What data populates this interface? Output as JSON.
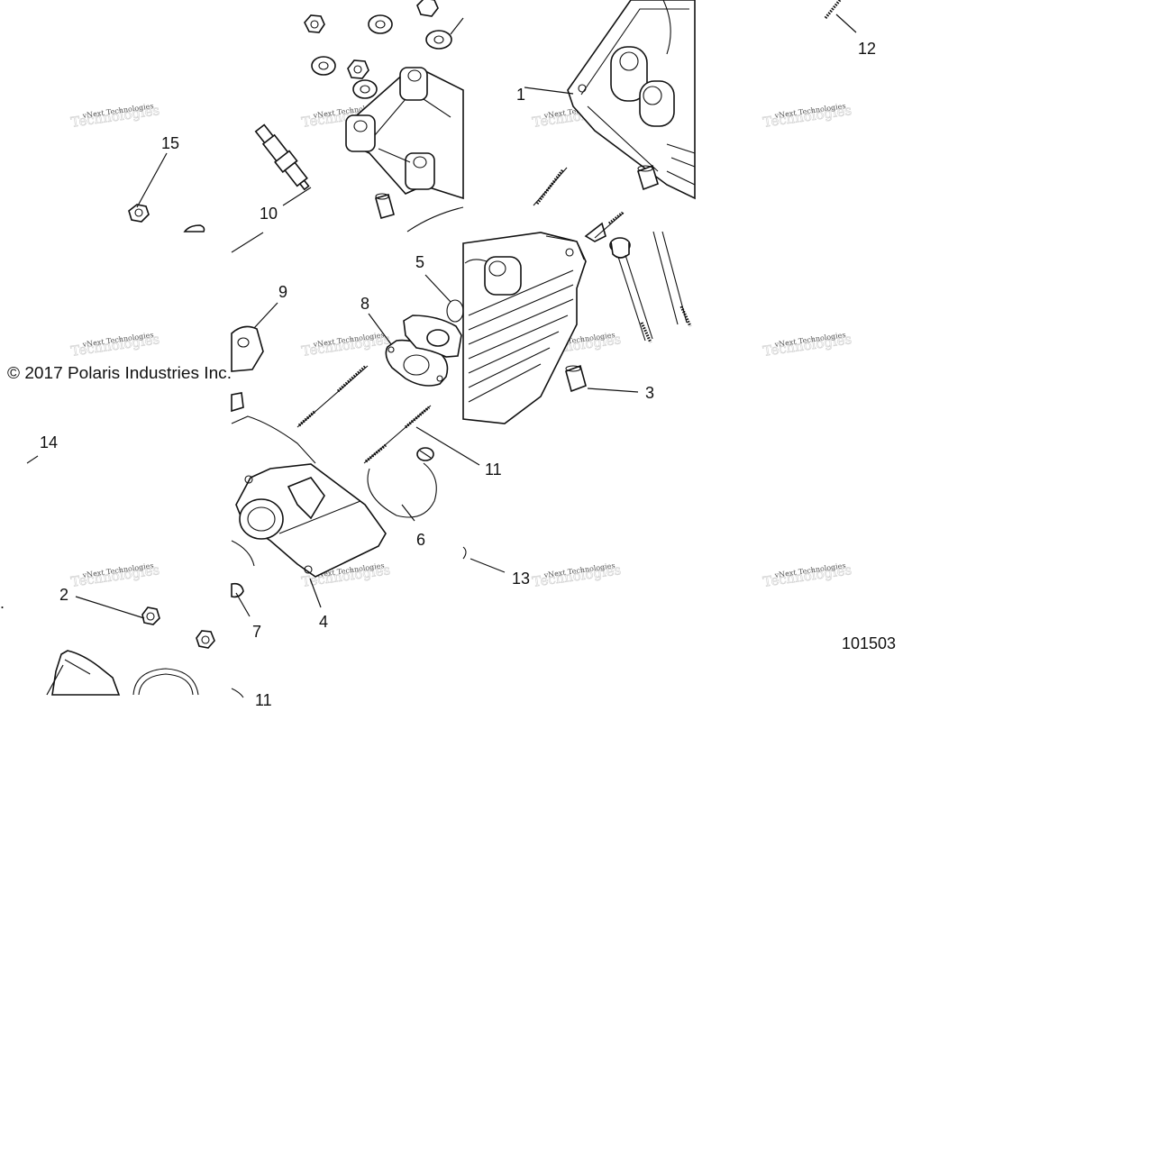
{
  "copyright": "© 2017 Polaris Industries Inc.",
  "figure_number": "101503",
  "watermark": "vNext Technologies",
  "callouts": [
    "1",
    "2",
    "3",
    "4",
    "5",
    "6",
    "7",
    "8",
    "9",
    "10",
    "11",
    "11",
    "12",
    "13",
    "14",
    "15"
  ],
  "edge_fragment": ".",
  "icons": [
    "cylinder-head",
    "valve-cover",
    "spark-plug",
    "stud",
    "bolt",
    "nut",
    "washer",
    "gasket",
    "o-ring",
    "dowel-pin",
    "intake-manifold",
    "thermostat-housing"
  ]
}
